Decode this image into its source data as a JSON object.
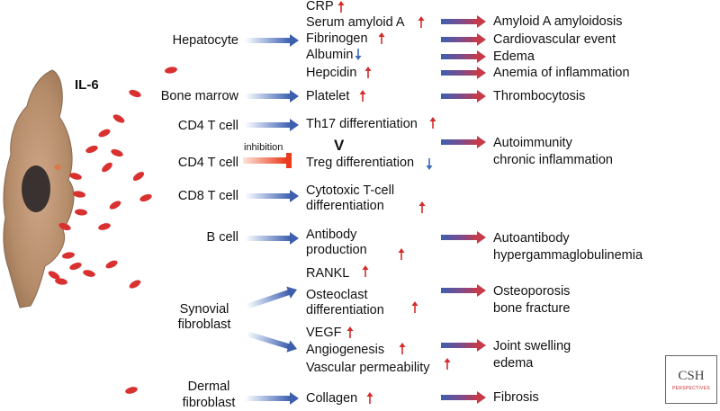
{
  "il6_label": "IL-6",
  "inhibition_label": "inhibition",
  "comparison_symbol": "V",
  "logo": {
    "text": "CSH",
    "subtext": "PERSPECTIVES"
  },
  "colors": {
    "label_red": "#d42a2a",
    "arrow_blue": "#3d5fae",
    "arrow_red": "#c63a4a",
    "cytokine": "#d93030",
    "up_arrow": "#d42a2a",
    "down_arrow": "#3d6ab8"
  },
  "cells": [
    {
      "name": "Hepatocyte"
    },
    {
      "name": "Bone marrow"
    },
    {
      "name": "CD4 T cell"
    },
    {
      "name": "CD4 T cell"
    },
    {
      "name": "CD8 T cell"
    },
    {
      "name": "B cell"
    },
    {
      "name": "Synovial\nfibroblast"
    },
    {
      "name": "Dermal\nfibroblast"
    }
  ],
  "effects": [
    {
      "label": "CRP",
      "trend": "up"
    },
    {
      "label": "Serum amyloid A",
      "trend": "up"
    },
    {
      "label": "Fibrinogen",
      "trend": "up"
    },
    {
      "label": "Albumin",
      "trend": "down"
    },
    {
      "label": "Hepcidin",
      "trend": "up"
    },
    {
      "label": "Platelet",
      "trend": "up"
    },
    {
      "label": "Th17 differentiation",
      "trend": "up"
    },
    {
      "label": "Treg differentiation",
      "trend": "down"
    },
    {
      "label": "Cytotoxic T-cell\ndifferentiation",
      "trend": "up"
    },
    {
      "label": "Antibody\nproduction",
      "trend": "up"
    },
    {
      "label": "RANKL",
      "trend": "up"
    },
    {
      "label": "Osteoclast\ndifferentiation",
      "trend": "up"
    },
    {
      "label": "VEGF",
      "trend": "up"
    },
    {
      "label": "Angiogenesis",
      "trend": "up"
    },
    {
      "label": "Vascular permeability",
      "trend": "up"
    },
    {
      "label": "Collagen",
      "trend": "up"
    }
  ],
  "outcomes": [
    {
      "label": "Amyloid A amyloidosis"
    },
    {
      "label": "Cardiovascular event"
    },
    {
      "label": "Edema"
    },
    {
      "label": "Anemia of inflammation"
    },
    {
      "label": "Thrombocytosis"
    },
    {
      "label": "Autoimmunity\nchronic inflammation"
    },
    {
      "label": "Autoantibody\nhypergammaglobulinemia"
    },
    {
      "label": "Osteoporosis\nbone fracture"
    },
    {
      "label": "Joint swelling\nedema"
    },
    {
      "label": "Fibrosis"
    }
  ]
}
